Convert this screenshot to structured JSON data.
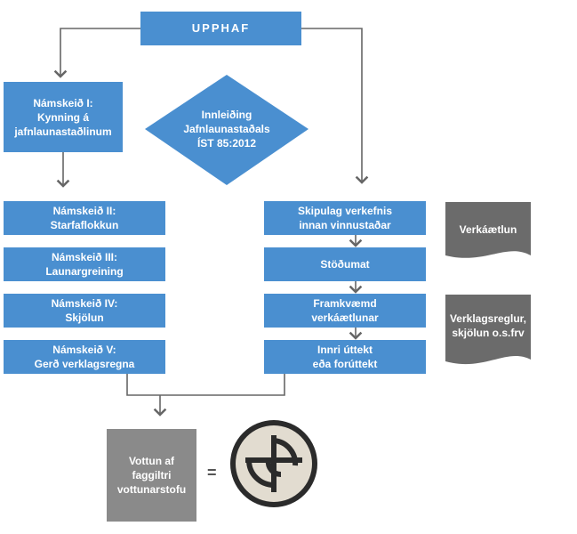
{
  "start": {
    "label": "UPPHAF"
  },
  "left_top": {
    "label": "Námskeið I:\nKynning á\njafnlaunastaðlinum"
  },
  "diamond": {
    "label": "Innleiðing\nJafnlaunastaðals\nÍST 85:2012"
  },
  "courses": [
    {
      "label": "Námskeið II:\nStarfaflokkun"
    },
    {
      "label": "Námskeið III:\nLaunargreining"
    },
    {
      "label": "Námskeið IV:\nSkjölun"
    },
    {
      "label": "Námskeið V:\nGerð verklagsregna"
    }
  ],
  "steps": [
    {
      "label": "Skipulag verkefnis\ninnan vinnustaðar"
    },
    {
      "label": "Stöðumat"
    },
    {
      "label": "Framkvæmd\nverkáætlunar"
    },
    {
      "label": "Innri úttekt\neða forúttekt"
    }
  ],
  "documents": [
    {
      "label": "Verkáætlun"
    },
    {
      "label": "Verklagsreglur,\nskjölun o.s.frv"
    }
  ],
  "certification": {
    "label": "Vottun af\nfaggiltri\nvottunarstofu"
  },
  "equals": {
    "label": "="
  },
  "colors": {
    "blue": "#4a8fd0",
    "gray": "#8a8a8a",
    "doc": "#6b6b6b",
    "line": "#666666"
  },
  "icons": {
    "logo": "certification-seal-icon"
  }
}
